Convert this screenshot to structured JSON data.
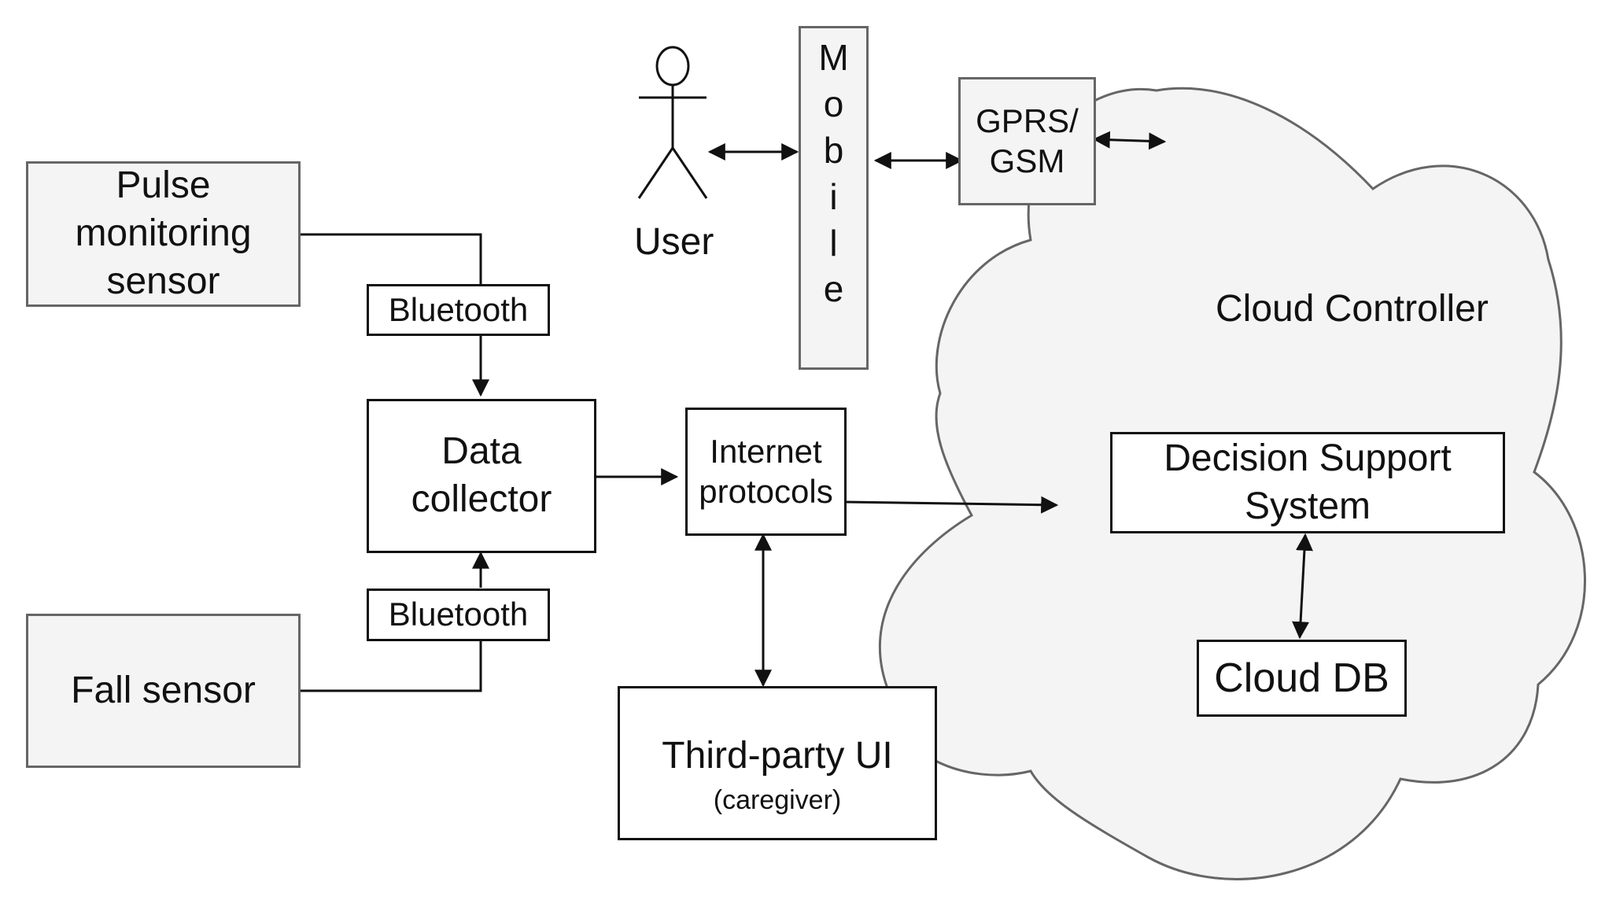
{
  "nodes": {
    "pulse_sensor": "Pulse monitoring sensor",
    "pulse_sensor_lines": [
      "Pulse",
      "monitoring",
      "sensor"
    ],
    "fall_sensor": "Fall sensor",
    "bluetooth_top": "Bluetooth",
    "bluetooth_bottom": "Bluetooth",
    "data_collector": "Data collector",
    "data_collector_lines": [
      "Data",
      "collector"
    ],
    "internet_protocols": "Internet protocols",
    "internet_protocols_lines": [
      "Internet",
      "protocols"
    ],
    "third_party_ui": "Third-party UI",
    "third_party_ui_sub": "(caregiver)",
    "user": "User",
    "mobile": "Mobile",
    "mobile_letters": [
      "M",
      "o",
      "b",
      "i",
      "l",
      "e"
    ],
    "gprs_gsm": "GPRS/ GSM",
    "gprs_gsm_lines": [
      "GPRS/",
      "GSM"
    ],
    "cloud_controller": "Cloud Controller",
    "decision_support": "Decision Support System",
    "decision_support_lines": [
      "Decision Support",
      "System"
    ],
    "cloud_db": "Cloud DB"
  },
  "edges": [
    {
      "from": "Pulse monitoring sensor",
      "to": "Data collector",
      "via": "Bluetooth",
      "direction": "forward"
    },
    {
      "from": "Fall sensor",
      "to": "Data collector",
      "via": "Bluetooth",
      "direction": "forward"
    },
    {
      "from": "Data collector",
      "to": "Internet protocols",
      "direction": "forward"
    },
    {
      "from": "Internet protocols",
      "to": "Cloud Controller",
      "direction": "forward"
    },
    {
      "from": "Internet protocols",
      "to": "Third-party UI",
      "direction": "both"
    },
    {
      "from": "User",
      "to": "Mobile",
      "direction": "both"
    },
    {
      "from": "Mobile",
      "to": "GPRS/ GSM",
      "direction": "both"
    },
    {
      "from": "GPRS/ GSM",
      "to": "Cloud Controller",
      "direction": "both"
    },
    {
      "from": "Decision Support System",
      "to": "Cloud DB",
      "direction": "both"
    }
  ],
  "colors": {
    "grey_fill": "#f4f4f4",
    "grey_stroke": "#666666",
    "line": "#111111",
    "cloud_fill": "#f4f4f4"
  }
}
